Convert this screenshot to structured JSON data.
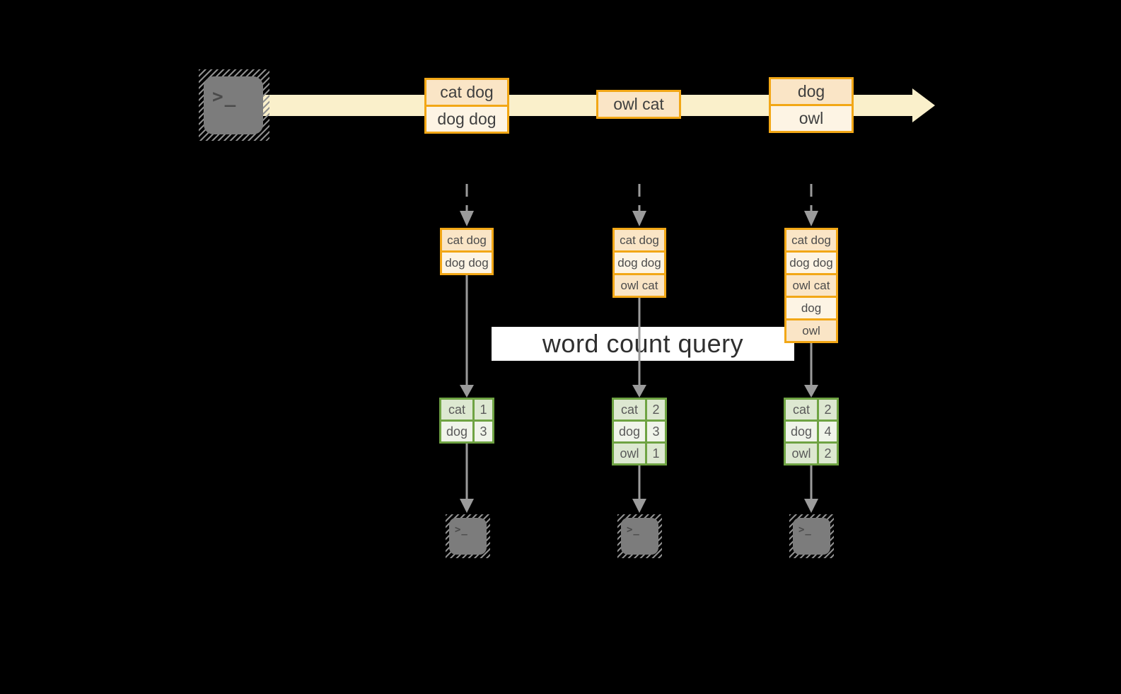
{
  "query_banner": {
    "label": "word count query"
  },
  "icons": {
    "terminal_prompt": ">_"
  },
  "stream": {
    "records": [
      {
        "rows": [
          "cat dog",
          "dog dog"
        ]
      },
      {
        "rows": [
          "owl cat"
        ]
      },
      {
        "rows": [
          "dog",
          "owl"
        ]
      }
    ]
  },
  "pipelines": [
    {
      "buffer": [
        "cat dog",
        "dog dog"
      ],
      "counts": [
        {
          "word": "cat",
          "value": "1"
        },
        {
          "word": "dog",
          "value": "3"
        }
      ]
    },
    {
      "buffer": [
        "cat dog",
        "dog dog",
        "owl cat"
      ],
      "counts": [
        {
          "word": "cat",
          "value": "2"
        },
        {
          "word": "dog",
          "value": "3"
        },
        {
          "word": "owl",
          "value": "1"
        }
      ]
    },
    {
      "buffer": [
        "cat dog",
        "dog dog",
        "owl cat",
        "dog",
        "owl"
      ],
      "counts": [
        {
          "word": "cat",
          "value": "2"
        },
        {
          "word": "dog",
          "value": "4"
        },
        {
          "word": "owl",
          "value": "2"
        }
      ]
    }
  ],
  "colors": {
    "background": "#000000",
    "stream_band": "#faf0cb",
    "record_border": "#f2a716",
    "record_fill_dark": "#fae5c6",
    "record_fill_light": "#fdf4e4",
    "table_border": "#6fa343",
    "table_cell_dark": "#dde8d1",
    "table_cell_light": "#f0f4ea",
    "arrow_gray": "#9b9b9b",
    "terminal_gray": "#7c7c7c",
    "banner_bg": "#ffffff"
  }
}
